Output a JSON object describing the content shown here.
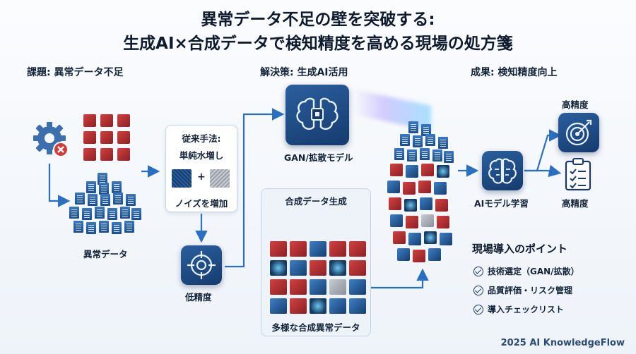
{
  "title_line1": "異常データ不足の壁を突破する:",
  "title_line2": "生成AI×合成データで検知精度を高める現場の処方箋",
  "sections": {
    "problem": "課題: 異常データ不足",
    "solution": "解決策: 生成AI活用",
    "result": "成果: 検知精度向上"
  },
  "problem": {
    "anomaly_data_label": "異常データ"
  },
  "conventional": {
    "heading": "従来手法:",
    "method": "単純水増し",
    "plus": "+",
    "noise": "ノイズを増加",
    "low_accuracy": "低精度"
  },
  "solution": {
    "model_label": "GAN/拡散モデル",
    "synthesis_title": "合成データ生成",
    "diverse_label": "多様な合成異常データ"
  },
  "result": {
    "train_label": "AIモデル学習",
    "high_accuracy_1": "高精度",
    "high_accuracy_2": "高精度"
  },
  "points": {
    "title": "現場導入のポイント",
    "items": [
      "技術選定（GAN/拡散）",
      "品質評価・リスク管理",
      "導入チェックリスト"
    ]
  },
  "footer": "2025 AI KnowledgeFlow",
  "colors": {
    "navy": "#153b6e",
    "accent_blue": "#2a6fc0",
    "anomaly_red": "#c0302f"
  },
  "icons": [
    "gear-error-icon",
    "target-icon",
    "brain-chip-icon",
    "brain-icon",
    "target-arrow-icon",
    "checklist-icon",
    "check-circle-icon"
  ]
}
